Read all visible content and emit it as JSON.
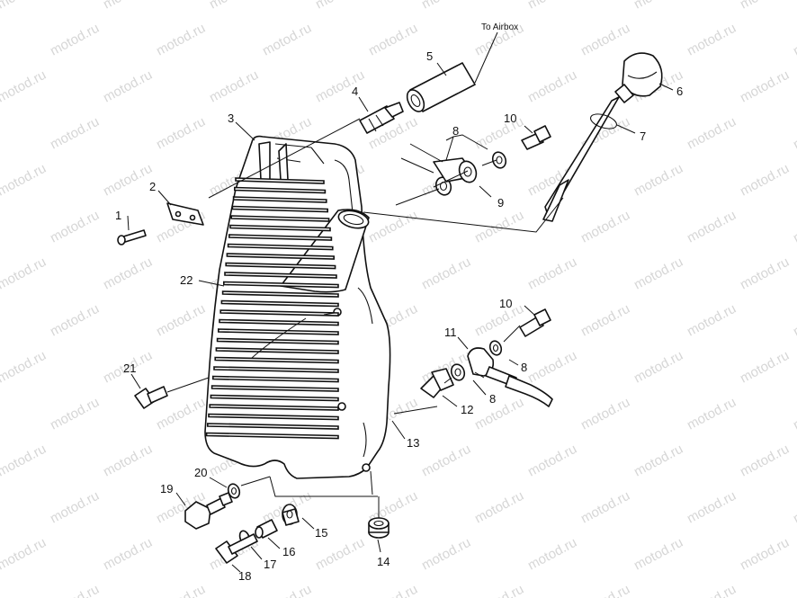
{
  "watermark": "motod.ru",
  "annotation_airbox": "To Airbox",
  "callouts": {
    "c1": "1",
    "c2": "2",
    "c3": "3",
    "c4": "4",
    "c5": "5",
    "c6": "6",
    "c7": "7",
    "c8a": "8",
    "c8b": "8",
    "c8c": "8",
    "c9": "9",
    "c10a": "10",
    "c10b": "10",
    "c11": "11",
    "c12": "12",
    "c13": "13",
    "c14": "14",
    "c15": "15",
    "c16": "16",
    "c17": "17",
    "c18": "18",
    "c19": "19",
    "c20": "20",
    "c21": "21",
    "c22": "22"
  }
}
